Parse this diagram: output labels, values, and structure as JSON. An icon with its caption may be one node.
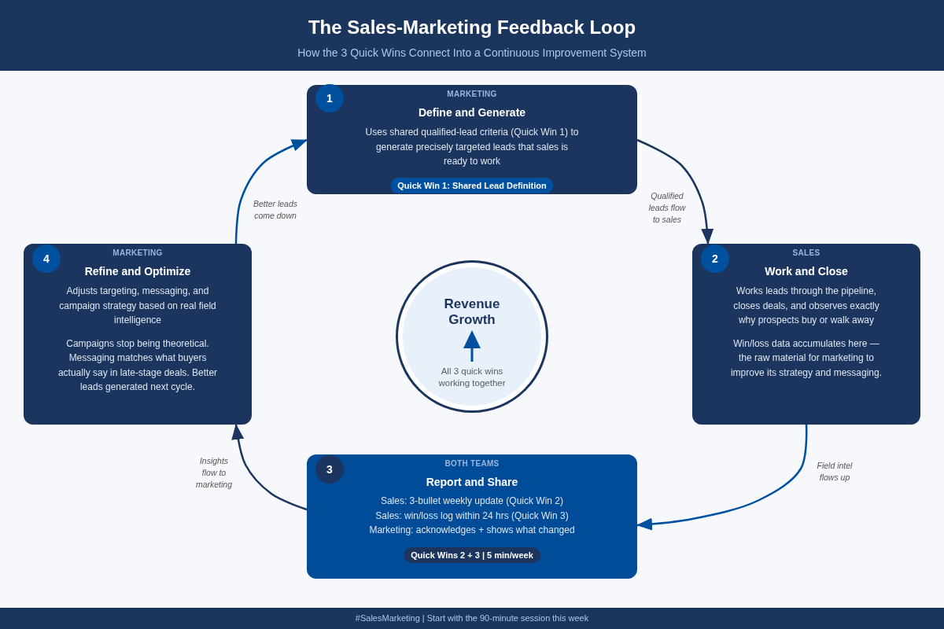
{
  "diagram": {
    "title": "The Sales-Marketing Feedback Loop",
    "nodes": [
      {
        "text": [
          "MARKETING",
          "Define and Generate",
          "Uses shared qualified-lead criteria (Quick Win 1) to generate precisely targeted leads that sales is ready to work"
        ]
      },
      {
        "text": [
          "1"
        ],
        "in": 0
      },
      {
        "text": [
          "Quick Win 1: Shared Lead Definition"
        ],
        "in": 0
      },
      {
        "text": [
          "SALES",
          "Work and Close",
          "Works leads through the pipeline, closes deals, and observes exactly why prospects buy or walk away",
          "Win/loss data accumulates here — the raw material for marketing to improve its strategy and messaging."
        ]
      },
      {
        "text": [
          "2"
        ],
        "in": 3
      },
      {
        "text": [
          "BOTH TEAMS",
          "Report and Share",
          "Sales: 3-bullet weekly update (Quick Win 2)",
          "Sales: win/loss log within 24 hrs (Quick Win 3)",
          "Marketing: acknowledges + shows what changed"
        ]
      },
      {
        "text": [
          "3"
        ],
        "in": 5
      },
      {
        "text": [
          "Quick Wins 2 + 3 | 5 min/week"
        ],
        "in": 5
      },
      {
        "text": [
          "MARKETING",
          "Refine and Optimize",
          "Adjusts targeting, messaging, and campaign strategy based on real field intelligence",
          "Campaigns stop being theoretical. Messaging matches what buyers actually say in late-stage deals. Better leads generated next cycle."
        ]
      },
      {
        "text": [
          "4"
        ],
        "in": 8
      },
      {
        "text": [
          "Revenue Growth",
          "All 3 quick wins working together"
        ]
      }
    ],
    "edges": [
      {
        "from": 0,
        "to": 3,
        "arrow": "to",
        "label": "Qualified leads flow to sales"
      },
      {
        "from": 3,
        "to": 5,
        "arrow": "to",
        "label": "Field intel flows up",
        "color": "#0050a0"
      },
      {
        "from": 5,
        "to": 8,
        "arrow": "to",
        "label": "Insights flow to marketing"
      },
      {
        "from": 8,
        "to": 0,
        "arrow": "to",
        "label": "Better leads come down",
        "color": "#0050a0"
      }
    ],
    "labels": [
      "How the 3 Quick Wins Connect Into a Continuous Improvement System",
      "#SalesMarketing | Start with the 90-minute session this week"
    ]
  }
}
